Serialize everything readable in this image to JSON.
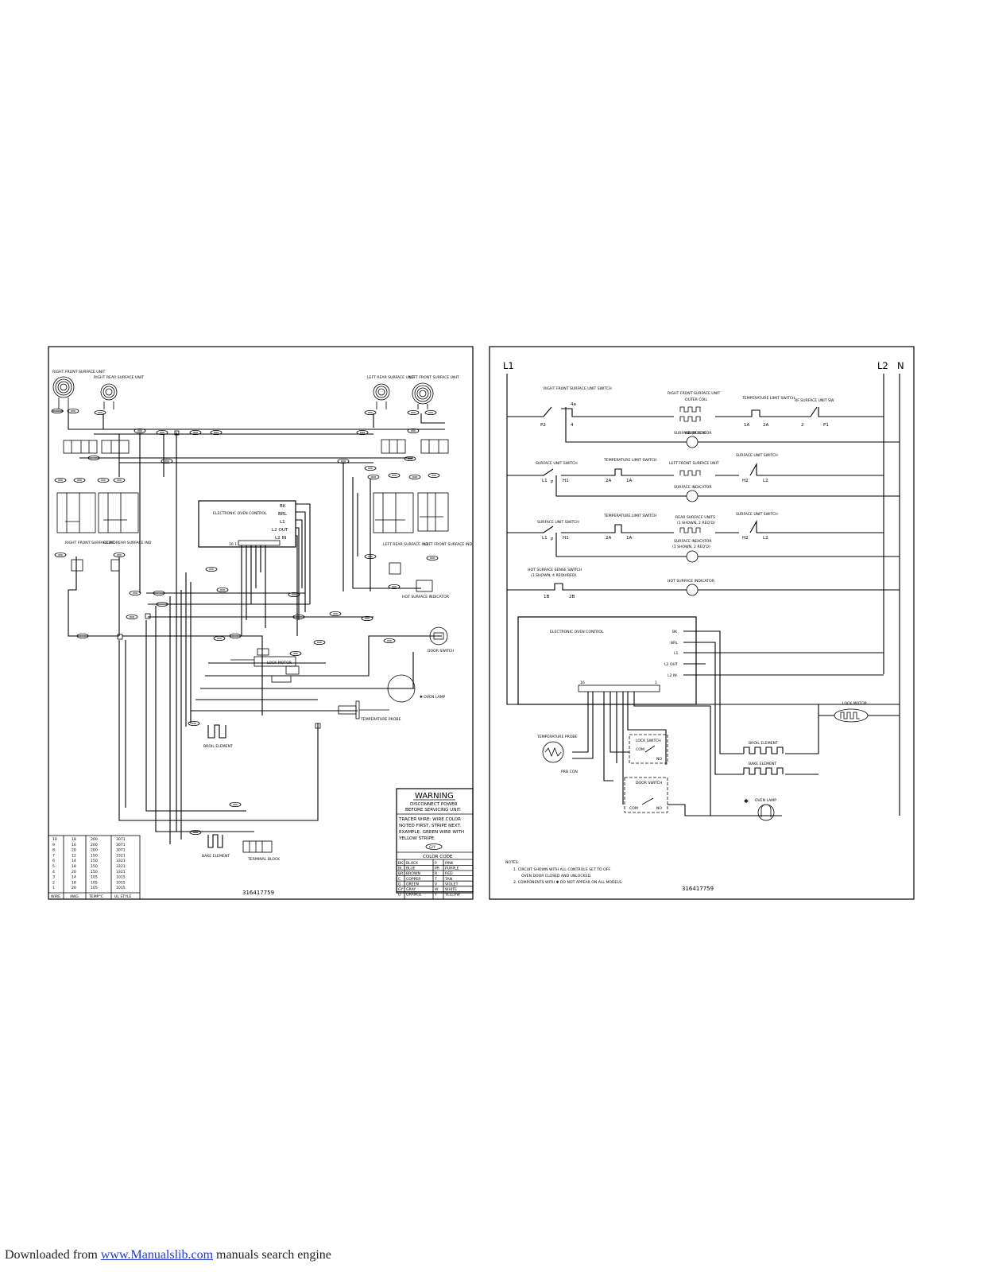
{
  "left_sheet": {
    "part_number": "316417759",
    "components": {
      "right_front_unit": "RIGHT FRONT SURFACE UNIT",
      "right_rear_unit": "RIGHT REAR SURFACE UNIT",
      "left_rear_unit": "LEFT REAR SURFACE UNIT",
      "left_front_unit": "LEFT FRONT SURFACE UNIT",
      "electronic_oven_control": "ELECTRONIC OVEN CONTROL",
      "control_terminals": [
        "BK",
        "BRL",
        "L1",
        "L2 OUT",
        "L2 IN"
      ],
      "control_pins_label": "16 1",
      "right_front_ind": "RIGHT FRONT SURFACE IND",
      "right_rear_ind": "RIGHT REAR SURFACE IND",
      "left_rear_ind": "LEFT REAR SURFACE IND",
      "left_front_ind": "LEFT FRONT SURFACE IND",
      "hot_surface_indicator": "HOT SURFACE INDICATOR",
      "lock_motor": "LOCK MOTOR",
      "door_switch": "DOOR SWITCH",
      "oven_lamp": "✱ OVEN LAMP",
      "temperature_probe": "TEMPERATURE PROBE",
      "broil_element": "BROIL ELEMENT",
      "bake_element": "BAKE ELEMENT",
      "terminal_block": "TERMINAL BLOCK"
    },
    "warning": {
      "title": "WARNING",
      "line1": "DISCONNECT POWER",
      "line2": "BEFORE SERVICING UNIT.",
      "tracer": [
        "TRACER WIRE: WIRE COLOR",
        "NOTED FIRST, STRIPE NEXT.",
        "EXAMPLE: GREEN WIRE WITH",
        "YELLOW STRIPE."
      ],
      "example": "G/Y"
    },
    "color_code": {
      "title": "COLOR CODE",
      "rows": [
        [
          "BK",
          "BLACK",
          "P",
          "PINK"
        ],
        [
          "BL",
          "BLUE",
          "PR",
          "PURPLE"
        ],
        [
          "BR",
          "BROWN",
          "R",
          "RED"
        ],
        [
          "C",
          "COPPER",
          "T",
          "TAN"
        ],
        [
          "G",
          "GREEN",
          "V",
          "VIOLET"
        ],
        [
          "GY",
          "GRAY",
          "W",
          "WHITE"
        ],
        [
          "O",
          "ORANGE",
          "Y",
          "YELLOW"
        ]
      ]
    },
    "wire_table": {
      "headers": [
        "WIRE",
        "AWG",
        "TEMP°C",
        "UL STYLE"
      ],
      "rows": [
        [
          "10",
          "18",
          "200",
          "3071"
        ],
        [
          "9",
          "16",
          "200",
          "3071"
        ],
        [
          "8",
          "20",
          "200",
          "3071"
        ],
        [
          "7",
          "12",
          "150",
          "3321"
        ],
        [
          "6",
          "14",
          "150",
          "3321"
        ],
        [
          "5",
          "18",
          "150",
          "3321"
        ],
        [
          "4",
          "20",
          "150",
          "3321"
        ],
        [
          "3",
          "14",
          "105",
          "1015"
        ],
        [
          "2",
          "18",
          "105",
          "1015"
        ],
        [
          "1",
          "20",
          "105",
          "1015"
        ]
      ]
    }
  },
  "right_sheet": {
    "part_number": "316417759",
    "rails": {
      "l1": "L1",
      "l2": "L2",
      "n": "N"
    },
    "rung1": {
      "switch": "RIGHT FRONT SURFACE UNIT SWITCH",
      "p2": "P2",
      "t4a": "4a",
      "t4": "4",
      "unit": "RIGHT FRONT SURFACE UNIT",
      "outer": "OUTER COIL",
      "inner": "INNER COIL",
      "limit": "TEMPERATURE LIMIT SWITCH",
      "a1": "1A",
      "a2": "2A",
      "rf_switch": "RF SURFACE UNIT SW",
      "t2": "2",
      "p1": "P1",
      "indicator": "SURFACE INDICATOR"
    },
    "rung2": {
      "switch": "SURFACE UNIT SWITCH",
      "l1": "L1",
      "p": "P",
      "h1": "H1",
      "limit": "TEMPERATURE LIMIT SWITCH",
      "a2": "2A",
      "a1": "1A",
      "unit": "LEFT FRONT SURFACE UNIT",
      "switch2": "SURFACE UNIT SWITCH",
      "h2": "H2",
      "l2": "L2",
      "indicator": "SURFACE INDICATOR"
    },
    "rung3": {
      "switch": "SURFACE UNIT SWITCH",
      "l1": "L1",
      "p": "P",
      "h1": "H1",
      "limit": "TEMPERATURE LIMIT SWITCH",
      "a2": "2A",
      "a1": "1A",
      "unit": "REAR SURFACE UNITS",
      "unit_note": "(1 SHOWN, 2 REQ'D)",
      "switch2": "SURFACE UNIT SWITCH",
      "h2": "H2",
      "l2": "L2",
      "indicator": "SURFACE INDICATOR",
      "indicator_note": "(1 SHOWN, 2 REQ'D)"
    },
    "rung4": {
      "switch": "HOT SURFACE SENSE SWITCH",
      "switch_note": "(1 SHOWN, 4 REQUIRED)",
      "t1b": "1B",
      "t2b": "2B",
      "indicator": "HOT SURFACE INDICATOR"
    },
    "oven": {
      "control": "ELECTRONIC OVEN CONTROL",
      "terminals": [
        "BK",
        "BRL",
        "L1",
        "L2 OUT",
        "L2 IN"
      ],
      "pin16": "16",
      "pin1": "1",
      "probe": "TEMPERATURE PROBE",
      "prb": "PRB CON",
      "lock_switch": "LOCK SWITCH",
      "com": "COM",
      "no": "NO",
      "door_switch": "DOOR SWITCH",
      "broil": "BROIL ELEMENT",
      "bake": "BAKE ELEMENT",
      "lock_motor": "LOCK MOTOR",
      "oven_lamp": "OVEN LAMP",
      "star": "✱"
    },
    "notes": {
      "title": "NOTES:",
      "n1": "1.  CIRCUIT SHOWN WITH ALL CONTROLS SET TO OFF.",
      "n1b": "OVEN DOOR CLOSED AND UNLOCKED.",
      "n2": "2.  COMPONENTS WITH  ✱  DO NOT APPEAR ON ALL MODELS."
    }
  },
  "footer": {
    "prefix": "Downloaded from ",
    "link": "www.Manualslib.com",
    "suffix": " manuals search engine"
  }
}
